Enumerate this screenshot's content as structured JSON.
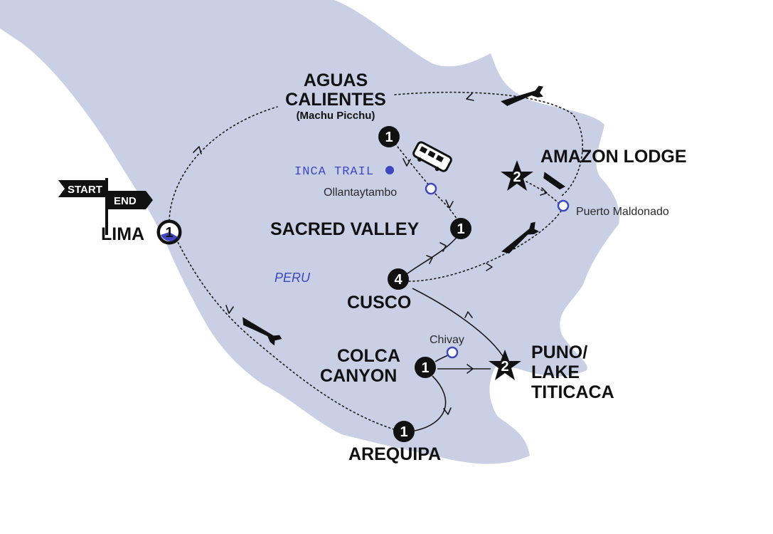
{
  "colors": {
    "land": "#c9d0e6",
    "marker": "#111111",
    "accent": "#3d47c0",
    "text": "#111111"
  },
  "country": "PERU",
  "stops": {
    "aguas": {
      "line1": "AGUAS",
      "line2": "CALIENTES",
      "sub": "(Machu Picchu)",
      "nights": "1"
    },
    "amazon": {
      "name": "AMAZON LODGE",
      "nights": "2"
    },
    "sacred": {
      "name": "SACRED VALLEY",
      "nights": "1"
    },
    "lima": {
      "name": "LIMA",
      "nights": "1"
    },
    "cusco": {
      "name": "CUSCO",
      "nights": "4"
    },
    "colca": {
      "line1": "COLCA",
      "line2": "CANYON",
      "nights": "1"
    },
    "puno": {
      "line1": "PUNO/",
      "line2": "LAKE",
      "line3": "TITICACA",
      "nights": "2"
    },
    "arequipa": {
      "name": "AREQUIPA",
      "nights": "1"
    }
  },
  "waypoints": {
    "inca_trail": "INCA TRAIL",
    "ollantaytambo": "Ollantaytambo",
    "puerto_maldonado": "Puerto Maldonado",
    "chivay": "Chivay"
  },
  "sign": {
    "start": "START",
    "end": "END"
  },
  "icons": [
    "plane-icon",
    "train-icon",
    "boat-icon",
    "star-icon",
    "flag-sign-icon"
  ]
}
